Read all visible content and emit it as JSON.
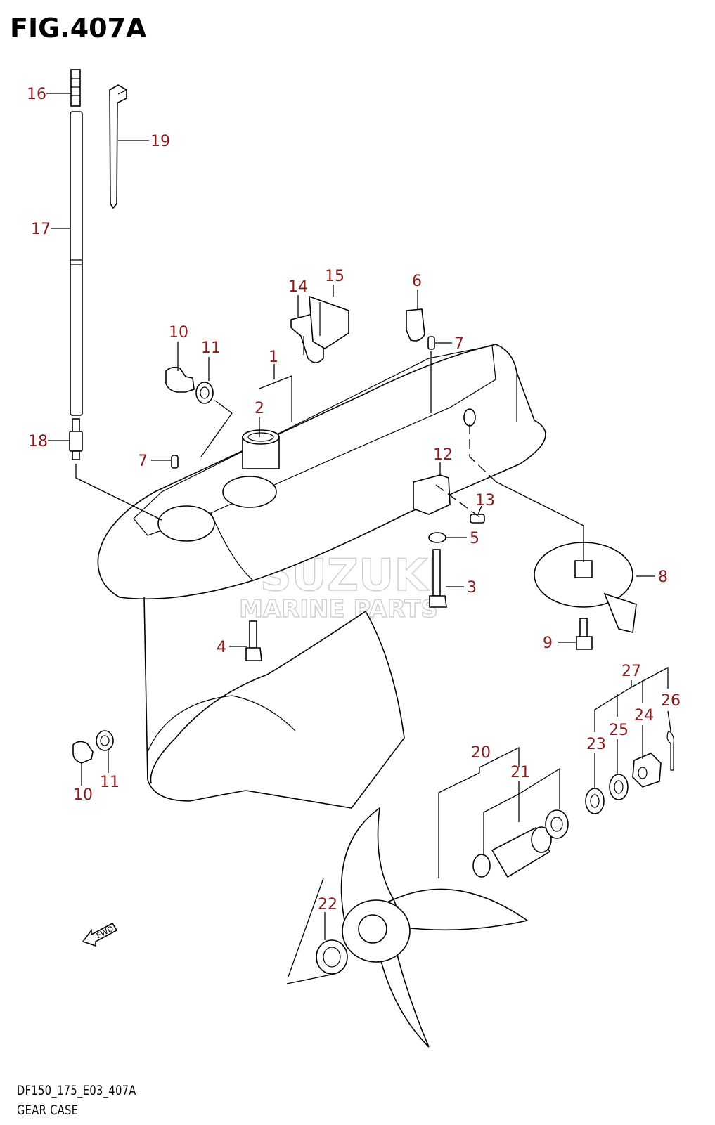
{
  "figure": {
    "title": "FIG.407A",
    "code": "DF150_175_E03_407A",
    "name": "GEAR CASE"
  },
  "watermark": {
    "line1": "SUZUKI",
    "line2": "MARINE PARTS"
  },
  "fwd_marker": "FWD",
  "callouts": [
    {
      "id": "c1",
      "text": "1"
    },
    {
      "id": "c2",
      "text": "2"
    },
    {
      "id": "c3",
      "text": "3"
    },
    {
      "id": "c4",
      "text": "4"
    },
    {
      "id": "c5",
      "text": "5"
    },
    {
      "id": "c6",
      "text": "6"
    },
    {
      "id": "c7a",
      "text": "7"
    },
    {
      "id": "c7b",
      "text": "7"
    },
    {
      "id": "c8",
      "text": "8"
    },
    {
      "id": "c9",
      "text": "9"
    },
    {
      "id": "c10a",
      "text": "10"
    },
    {
      "id": "c10b",
      "text": "10"
    },
    {
      "id": "c11a",
      "text": "11"
    },
    {
      "id": "c11b",
      "text": "11"
    },
    {
      "id": "c12",
      "text": "12"
    },
    {
      "id": "c13",
      "text": "13"
    },
    {
      "id": "c14",
      "text": "14"
    },
    {
      "id": "c15",
      "text": "15"
    },
    {
      "id": "c16",
      "text": "16"
    },
    {
      "id": "c17",
      "text": "17"
    },
    {
      "id": "c18",
      "text": "18"
    },
    {
      "id": "c19",
      "text": "19"
    },
    {
      "id": "c20",
      "text": "20"
    },
    {
      "id": "c21",
      "text": "21"
    },
    {
      "id": "c22",
      "text": "22"
    },
    {
      "id": "c23",
      "text": "23"
    },
    {
      "id": "c24",
      "text": "24"
    },
    {
      "id": "c25",
      "text": "25"
    },
    {
      "id": "c26",
      "text": "26"
    },
    {
      "id": "c27",
      "text": "27"
    }
  ]
}
